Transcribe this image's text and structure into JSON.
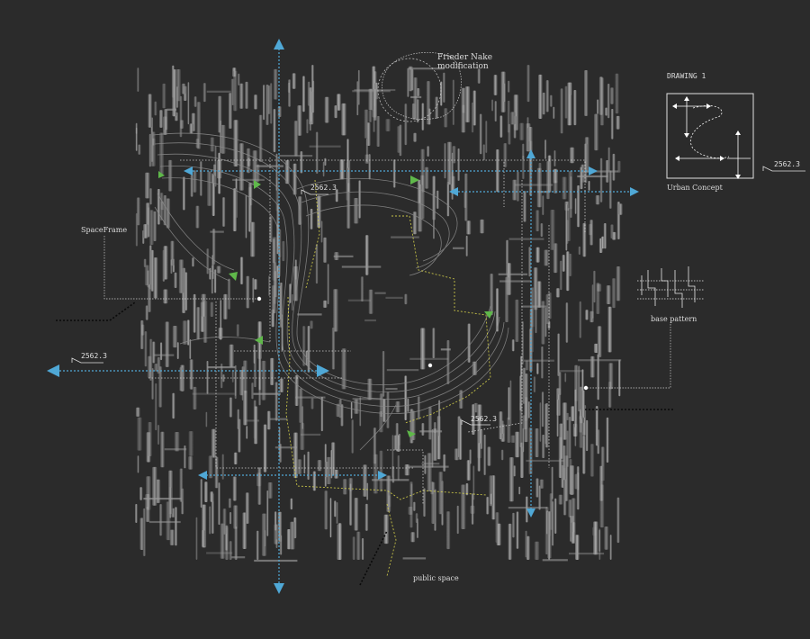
{
  "labels": {
    "drawing_title": "DRAWING 1",
    "urban_concept": "Urban Concept",
    "base_pattern": "base pattern",
    "spaceframe": "SpaceFrame",
    "frieder_line1": "Frieder Nake",
    "frieder_line2": "modification",
    "public_space": "public space"
  },
  "dimensions": {
    "right": "2562.3",
    "left": "2562.3",
    "top": "2562.3",
    "center": "2562.3"
  },
  "colors": {
    "background": "#2b2b2b",
    "structure": "#9a9a9a",
    "arrow_blue": "#4fa8d6",
    "flow_green": "#5fb84a",
    "path_yellow": "#d6d24a",
    "annotation": "#e0e0e0"
  },
  "icons": {
    "axis_arrow": "triangle-arrow-icon",
    "flow_arrow": "green-triangle-icon",
    "dimension_marker": "dimension-arrow-icon"
  }
}
